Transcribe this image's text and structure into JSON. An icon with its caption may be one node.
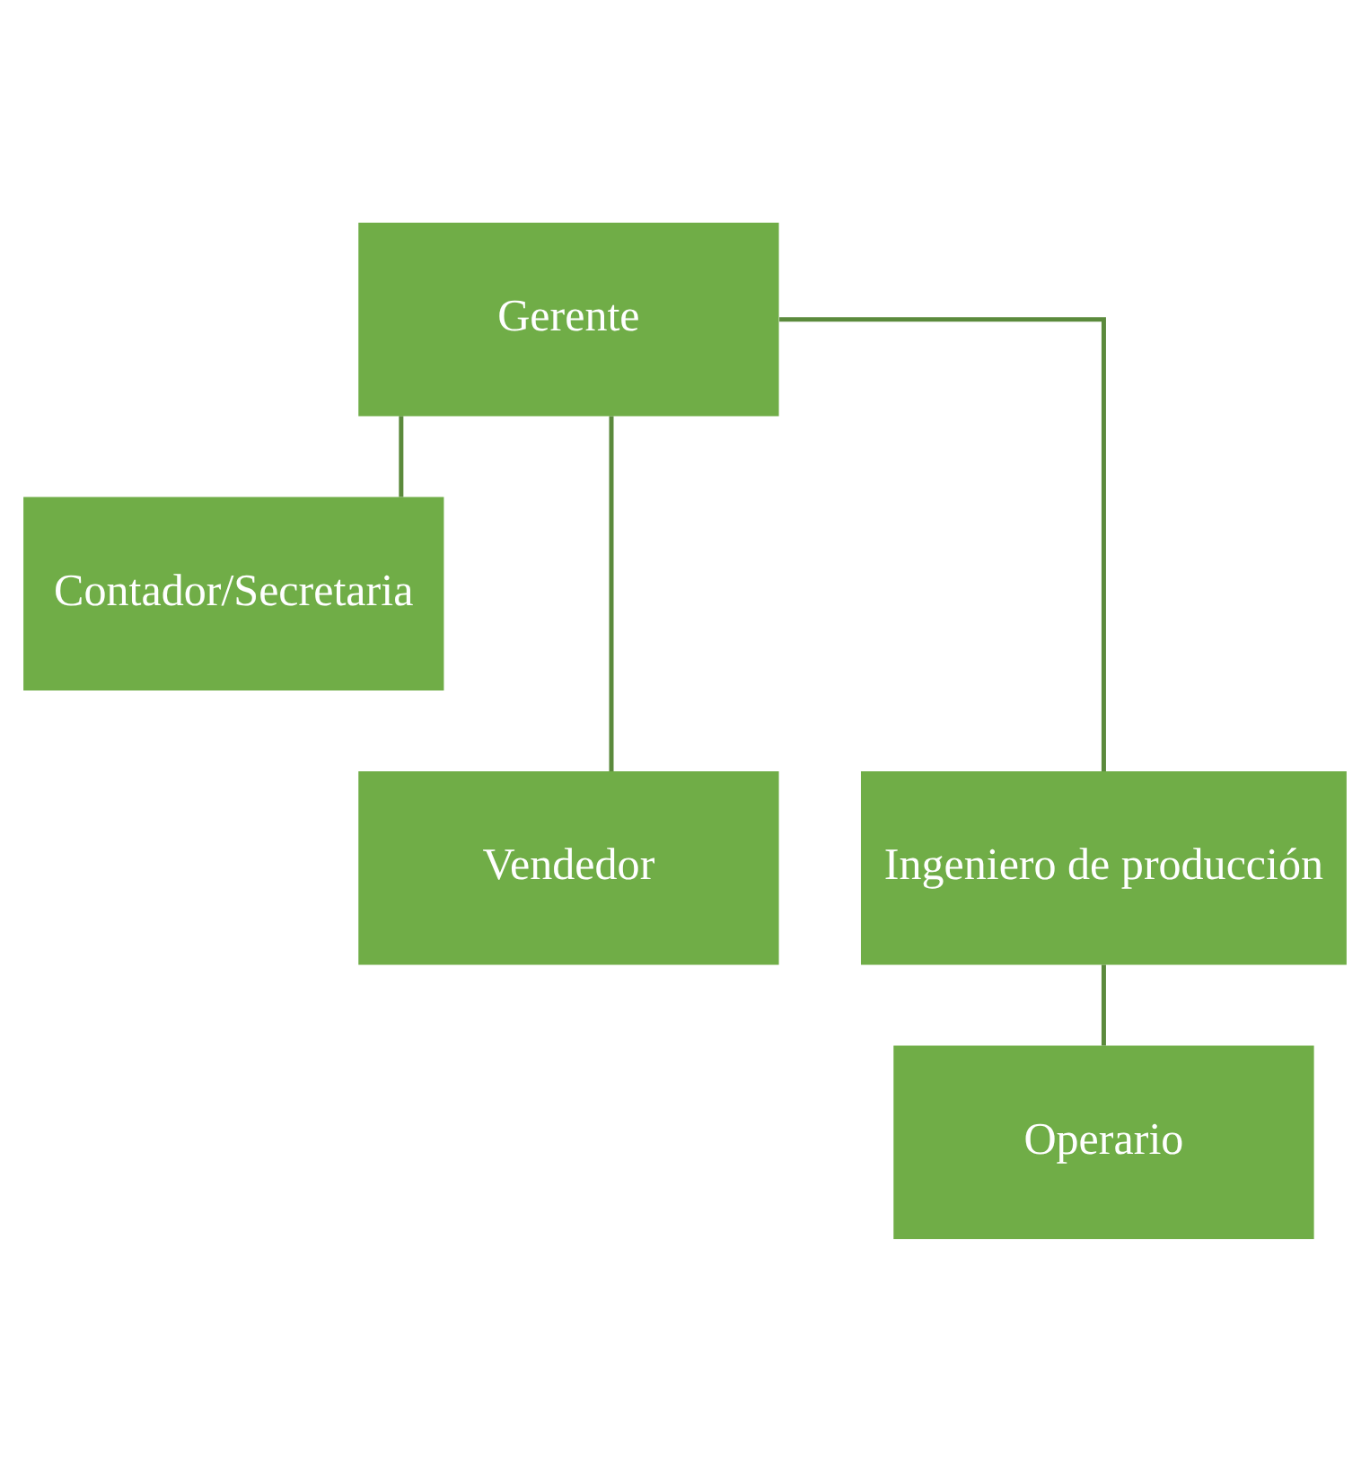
{
  "diagram": {
    "nodes": [
      {
        "text": [
          "Gerente"
        ]
      },
      {
        "text": [
          "Contador/Secretaria"
        ]
      },
      {
        "text": [
          "Vendedor"
        ]
      },
      {
        "text": [
          "Ingeniero de producción"
        ]
      },
      {
        "text": [
          "Operario"
        ]
      }
    ],
    "edges": [
      {
        "from": 0,
        "to": 1,
        "arrow": "none"
      },
      {
        "from": 0,
        "to": 2,
        "arrow": "none"
      },
      {
        "from": 0,
        "to": 3,
        "arrow": "none"
      },
      {
        "from": 3,
        "to": 4,
        "arrow": "none"
      }
    ]
  }
}
